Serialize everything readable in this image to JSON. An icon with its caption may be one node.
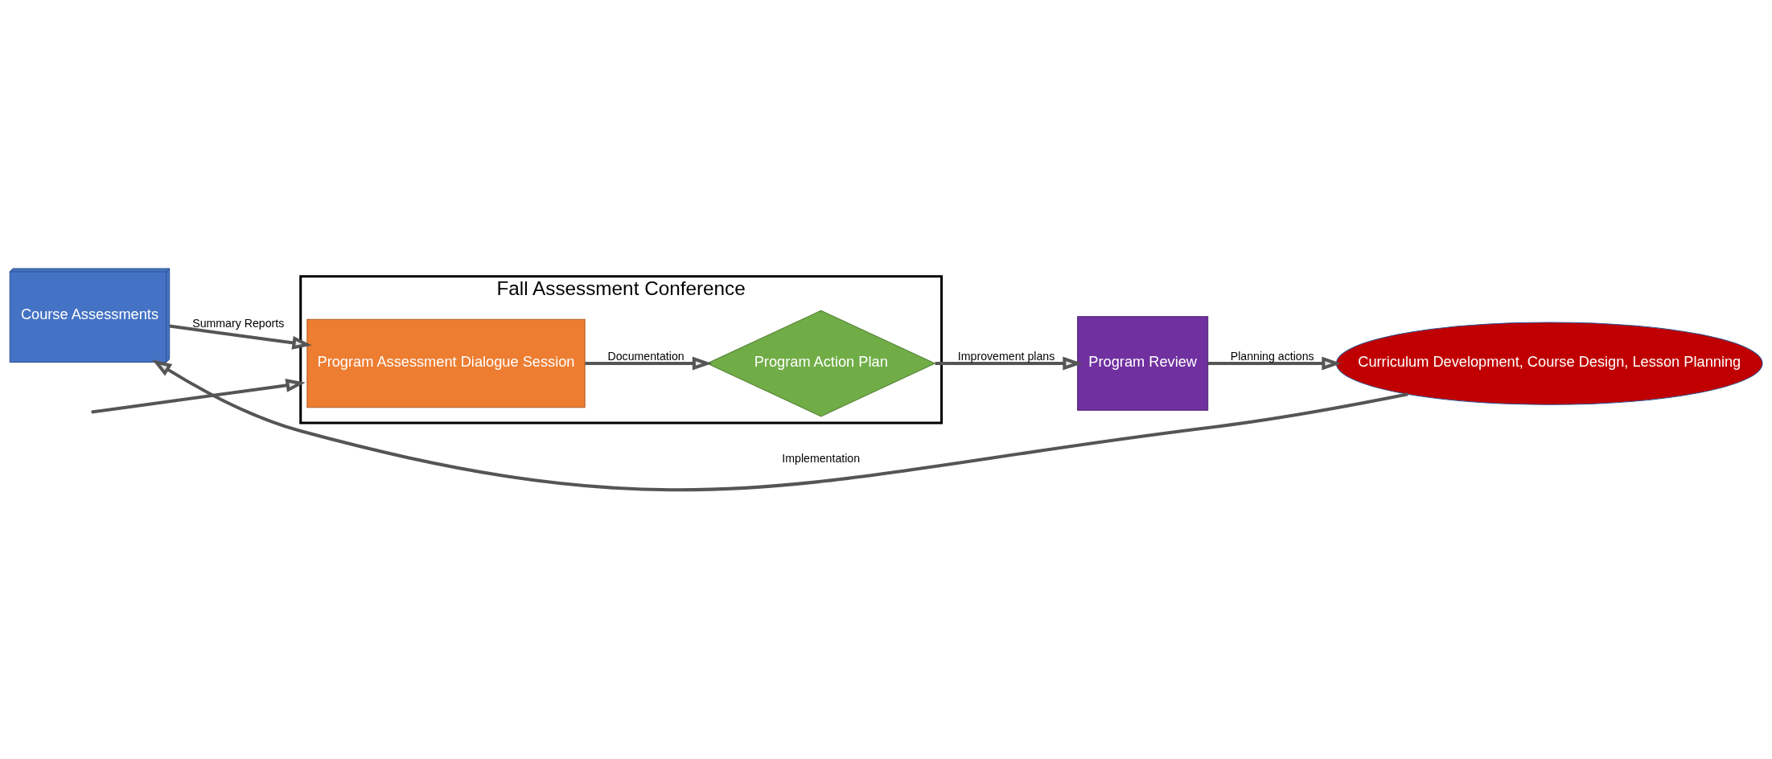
{
  "diagram": {
    "nodes": [
      {
        "text": [
          "Course Assessments"
        ]
      },
      {
        "text": [
          "Fall Assessment Conference"
        ]
      },
      {
        "text": [
          "Program Assessment Dialogue Session"
        ],
        "in": 1
      },
      {
        "text": [
          "Program Action Plan"
        ],
        "in": 1
      },
      {
        "text": [
          "Program Review"
        ]
      },
      {
        "text": [
          "Curriculum Development, Course Design, Lesson Planning"
        ]
      }
    ],
    "edges": [
      {
        "from": null,
        "to": 1,
        "arrow": "to"
      },
      {
        "from": 0,
        "to": 2,
        "arrow": "to",
        "label": "Summary Reports"
      },
      {
        "from": 2,
        "to": 3,
        "arrow": "to",
        "label": "Documentation"
      },
      {
        "from": 3,
        "to": 4,
        "arrow": "to",
        "label": "Improvement plans"
      },
      {
        "from": 4,
        "to": 5,
        "arrow": "to",
        "label": "Planning actions"
      },
      {
        "from": 5,
        "to": 0,
        "arrow": "to",
        "label": "Implementation"
      }
    ]
  }
}
